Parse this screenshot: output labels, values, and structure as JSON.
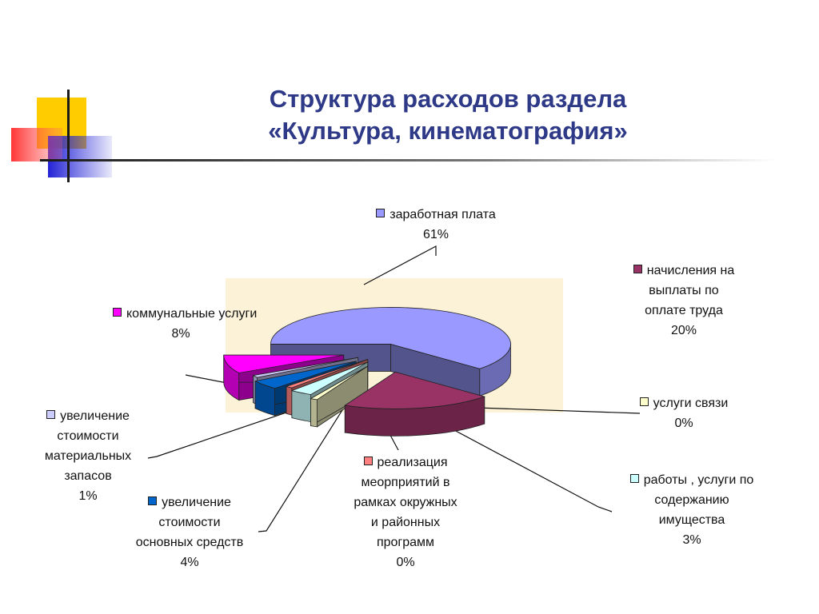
{
  "slide": {
    "title_line1": "Структура расходов раздела",
    "title_line2": "«Культура, кинематография»"
  },
  "chart_data": {
    "type": "pie",
    "title": "",
    "slices": [
      {
        "label": "заработная плата",
        "percent": "61%",
        "value": 61,
        "color": "#9999ff"
      },
      {
        "label": "начисления на выплаты по оплате труда",
        "percent": "20%",
        "value": 20,
        "color": "#993366"
      },
      {
        "label": "услуги связи",
        "percent": "0%",
        "value": 0,
        "color": "#ffffcc"
      },
      {
        "label": "работы , услуги по содержанию имущества",
        "percent": "3%",
        "value": 3,
        "color": "#ccffff"
      },
      {
        "label": "реализация меорприятий в рамках окружных и районных программ",
        "percent": "0%",
        "value": 0,
        "color": "#ff8080"
      },
      {
        "label": "увеличение стоимости основных средств",
        "percent": "4%",
        "value": 4,
        "color": "#0066cc"
      },
      {
        "label": "увеличение стоимости материальных запасов",
        "percent": "1%",
        "value": 1,
        "color": "#ccccff"
      },
      {
        "label": "коммунальные услуги",
        "percent": "8%",
        "value": 8,
        "color": "#ff00ff"
      }
    ]
  }
}
